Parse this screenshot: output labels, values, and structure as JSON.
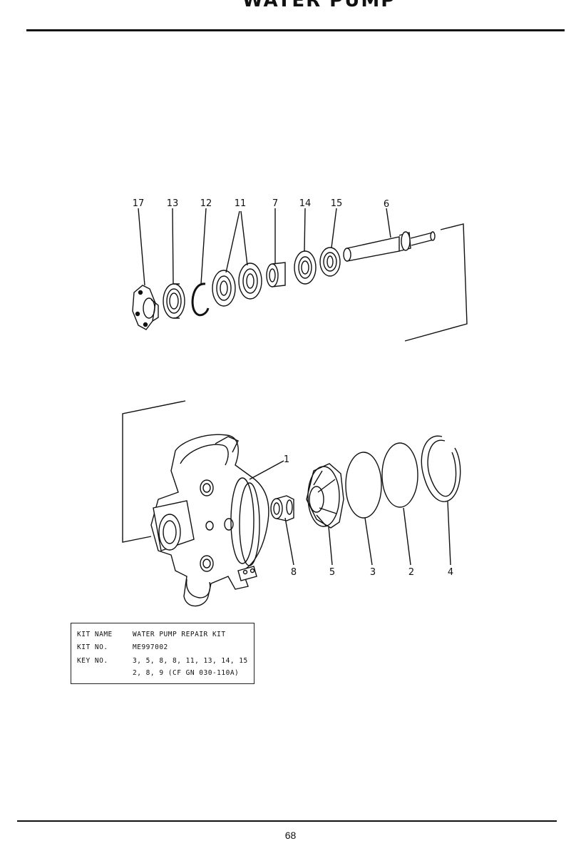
{
  "header": {
    "title": "WATER PUMP"
  },
  "diagram": {
    "callouts": {
      "c17": "17",
      "c13": "13",
      "c12": "12",
      "c11": "11",
      "c7": "7",
      "c14": "14",
      "c15": "15",
      "c6": "6",
      "c1": "1",
      "c8": "8",
      "c5": "5",
      "c3": "3",
      "c2": "2",
      "c4": "4"
    }
  },
  "kit_table": {
    "rows": [
      {
        "label": "KIT  NAME",
        "value": "WATER  PUMP  REPAIR  KIT"
      },
      {
        "label": "KIT  NO.",
        "value": "ME997002"
      },
      {
        "label": "KEY  NO.",
        "value": "3, 5, 8, 8, 11, 13, 14, 15"
      },
      {
        "label": "",
        "value": "2, 8, 9 (CF GN 030-110A)"
      }
    ]
  },
  "footer": {
    "page_number": "68"
  }
}
